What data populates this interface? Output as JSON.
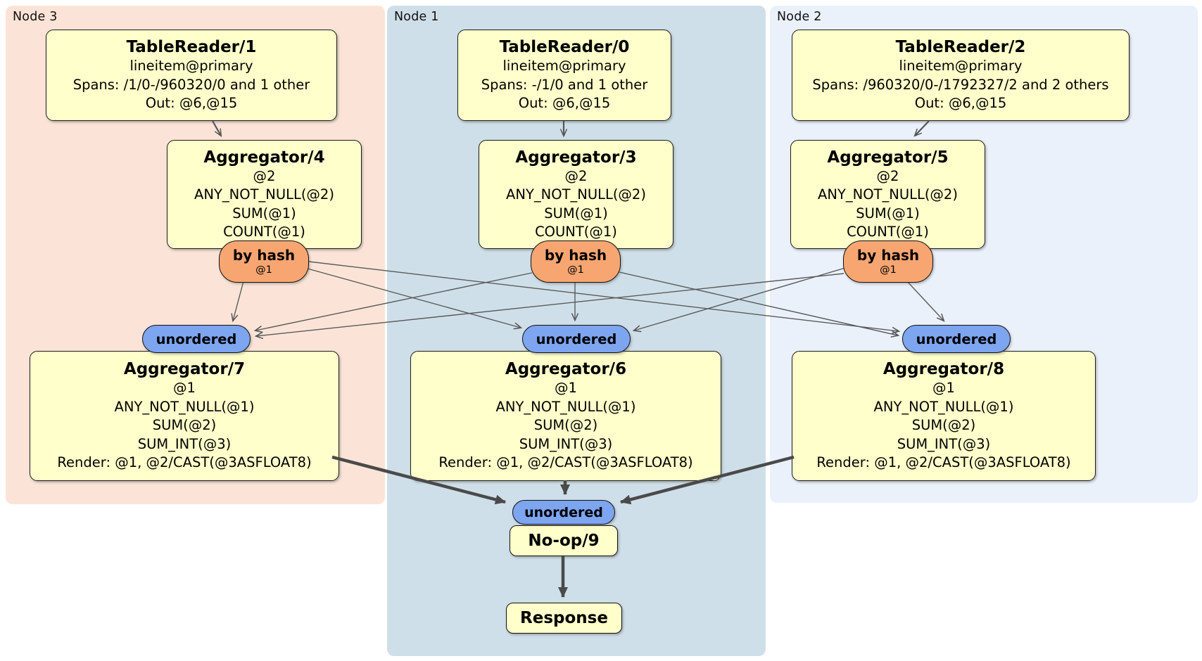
{
  "node3": {
    "label": "Node 3",
    "table_reader": {
      "title": "TableReader/1",
      "lines": [
        "lineitem@primary",
        "Spans: /1/0-/960320/0 and 1 other",
        "Out: @6,@15"
      ]
    },
    "aggregator": {
      "title": "Aggregator/4",
      "lines": [
        "@2",
        "ANY_NOT_NULL(@2)",
        "SUM(@1)",
        "COUNT(@1)"
      ]
    },
    "router": {
      "label": "by hash",
      "detail": "@1"
    },
    "sync": {
      "label": "unordered"
    },
    "final_aggregator": {
      "title": "Aggregator/7",
      "lines": [
        "@1",
        "ANY_NOT_NULL(@1)",
        "SUM(@2)",
        "SUM_INT(@3)",
        "Render: @1, @2/CAST(@3ASFLOAT8)"
      ]
    }
  },
  "node1": {
    "label": "Node 1",
    "table_reader": {
      "title": "TableReader/0",
      "lines": [
        "lineitem@primary",
        "Spans: -/1/0 and 1 other",
        "Out: @6,@15"
      ]
    },
    "aggregator": {
      "title": "Aggregator/3",
      "lines": [
        "@2",
        "ANY_NOT_NULL(@2)",
        "SUM(@1)",
        "COUNT(@1)"
      ]
    },
    "router": {
      "label": "by hash",
      "detail": "@1"
    },
    "sync": {
      "label": "unordered"
    },
    "final_aggregator": {
      "title": "Aggregator/6",
      "lines": [
        "@1",
        "ANY_NOT_NULL(@1)",
        "SUM(@2)",
        "SUM_INT(@3)",
        "Render: @1, @2/CAST(@3ASFLOAT8)"
      ]
    },
    "final_sync": {
      "label": "unordered"
    },
    "noop": {
      "title": "No-op/9"
    },
    "response": {
      "title": "Response"
    }
  },
  "node2": {
    "label": "Node 2",
    "table_reader": {
      "title": "TableReader/2",
      "lines": [
        "lineitem@primary",
        "Spans: /960320/0-/1792327/2 and 2 others",
        "Out: @6,@15"
      ]
    },
    "aggregator": {
      "title": "Aggregator/5",
      "lines": [
        "@2",
        "ANY_NOT_NULL(@2)",
        "SUM(@1)",
        "COUNT(@1)"
      ]
    },
    "router": {
      "label": "by hash",
      "detail": "@1"
    },
    "sync": {
      "label": "unordered"
    },
    "final_aggregator": {
      "title": "Aggregator/8",
      "lines": [
        "@1",
        "ANY_NOT_NULL(@1)",
        "SUM(@2)",
        "SUM_INT(@3)",
        "Render: @1, @2/CAST(@3ASFLOAT8)"
      ]
    }
  },
  "colors": {
    "node3_bg": "#fbe4d7",
    "node1_bg": "#cfdfe9",
    "node2_bg": "#ebf1fb",
    "processor_bg": "#ffffcb",
    "router_bg": "#f7a672",
    "sync_bg": "#7da5f0",
    "edge": "#555555"
  }
}
